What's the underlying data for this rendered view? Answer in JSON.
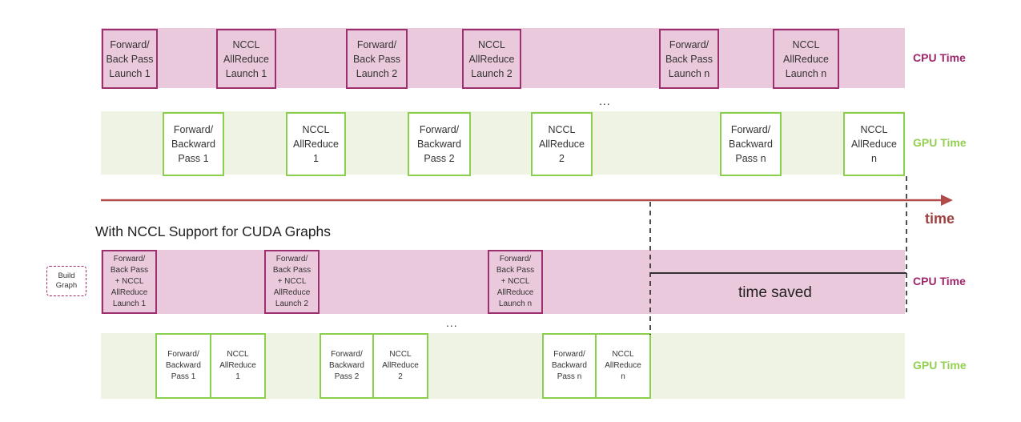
{
  "top": {
    "cpu_label": "CPU Time",
    "gpu_label": "GPU Time",
    "cpu_boxes": [
      "Forward/\nBack Pass\nLaunch 1",
      "NCCL\nAllReduce\nLaunch 1",
      "Forward/\nBack Pass\nLaunch 2",
      "NCCL\nAllReduce\nLaunch 2",
      "Forward/\nBack Pass\nLaunch n",
      "NCCL\nAllReduce\nLaunch n"
    ],
    "gpu_boxes": [
      "Forward/\nBackward\nPass 1",
      "NCCL\nAllReduce\n1",
      "Forward/\nBackward\nPass 2",
      "NCCL\nAllReduce\n2",
      "Forward/\nBackward\nPass n",
      "NCCL\nAllReduce\nn"
    ],
    "ellipsis": "..."
  },
  "timeline": {
    "label": "time",
    "color": "#b24a4a"
  },
  "bottom": {
    "heading": "With NCCL Support for CUDA Graphs",
    "build_graph": "Build\nGraph",
    "cpu_label": "CPU Time",
    "gpu_label": "GPU Time",
    "cpu_boxes": [
      "Forward/\nBack Pass\n+ NCCL\nAllReduce\nLaunch 1",
      "Forward/\nBack Pass\n+ NCCL\nAllReduce\nLaunch 2",
      "Forward/\nBack Pass\n+ NCCL\nAllReduce\nLaunch n"
    ],
    "gpu_boxes": [
      "Forward/\nBackward\nPass 1",
      "NCCL\nAllReduce\n1",
      "Forward/\nBackward\nPass 2",
      "NCCL\nAllReduce\n2",
      "Forward/\nBackward\nPass n",
      "NCCL\nAllReduce\nn"
    ],
    "ellipsis": "...",
    "time_saved": "time saved"
  },
  "colors": {
    "cpu_lane": "#ebc9dc",
    "gpu_lane": "#eef3e3",
    "cpu_border": "#9c2f6e",
    "gpu_border": "#8ad04e",
    "cpu_label": "#a0256a",
    "gpu_label": "#94cf52"
  }
}
